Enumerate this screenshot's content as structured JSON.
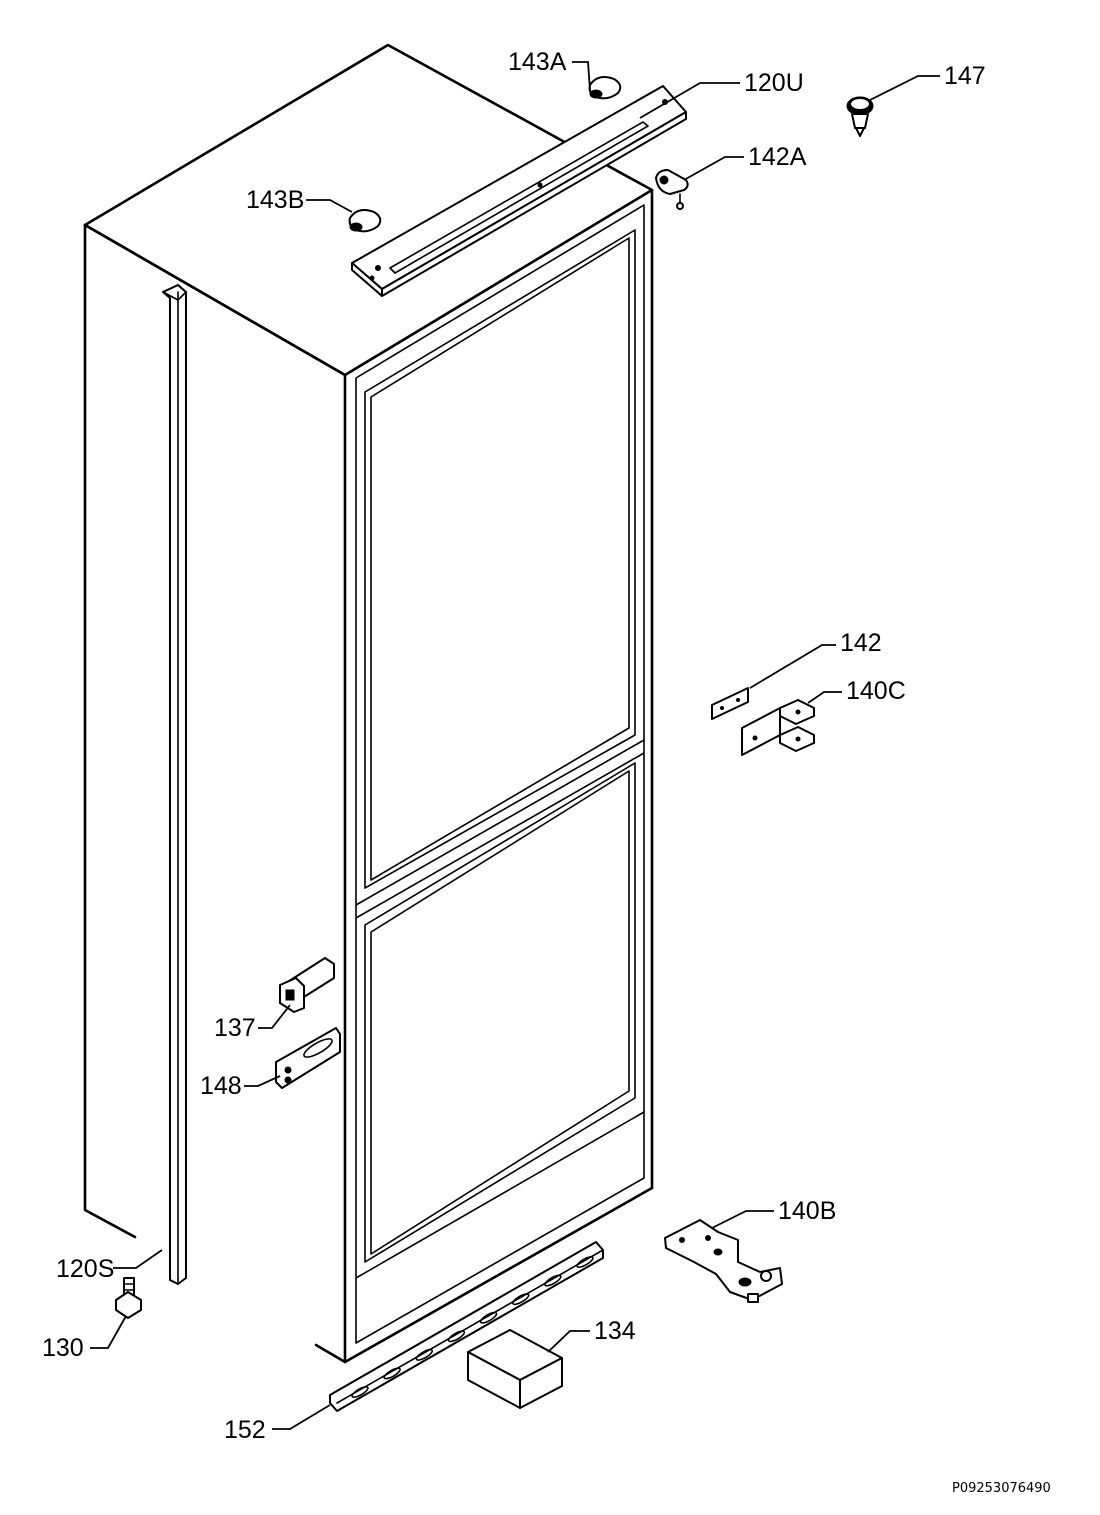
{
  "labels": {
    "p143A": "143A",
    "p120U": "120U",
    "p147": "147",
    "p142A": "142A",
    "p143B": "143B",
    "p142": "142",
    "p140C": "140C",
    "p137": "137",
    "p148": "148",
    "p140B": "140B",
    "p120S": "120S",
    "p130": "130",
    "p134": "134",
    "p152": "152"
  },
  "reference_code": "P09253076490"
}
